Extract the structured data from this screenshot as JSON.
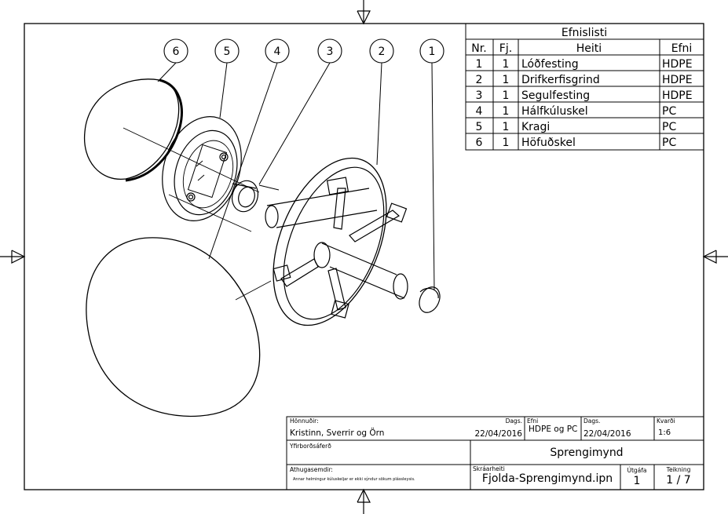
{
  "bom": {
    "title": "Efnislisti",
    "headers": [
      "Nr.",
      "Fj.",
      "Heiti",
      "Efni"
    ],
    "rows": [
      [
        "1",
        "1",
        "Lóðfesting",
        "HDPE"
      ],
      [
        "2",
        "1",
        "Drifkerfisgrind",
        "HDPE"
      ],
      [
        "3",
        "1",
        "Segulfesting",
        "HDPE"
      ],
      [
        "4",
        "1",
        "Hálfkúluskel",
        "PC"
      ],
      [
        "5",
        "1",
        "Kragi",
        "PC"
      ],
      [
        "6",
        "1",
        "Höfuðskel",
        "PC"
      ]
    ]
  },
  "balloons": [
    "6",
    "5",
    "4",
    "3",
    "2",
    "1"
  ],
  "titleblock": {
    "designers_label": "Hönnuðir:",
    "designers": "Kristinn, Sverrir og Örn",
    "date_label": "Dags.",
    "date": "22/04/2016",
    "material_label": "Efni",
    "material": "HDPE og PC",
    "date2_label": "Dags.",
    "date2": "22/04/2016",
    "scale_label": "Kvarði",
    "scale": "1:6",
    "reviewer_label": "Yfirborðsáferð",
    "drawing_title": "Sprengimynd",
    "notes_label": "Athugasemdir:",
    "notes": "Annar helmingur kúluskeljar er ekki sýndur sökum plássleysis.",
    "filename_label": "Skráarheiti",
    "filename": "Fjolda-Sprengimynd.ipn",
    "revision_label": "Útgáfa",
    "revision": "1",
    "sheet_label": "Teikning",
    "sheet": "1 / 7"
  }
}
